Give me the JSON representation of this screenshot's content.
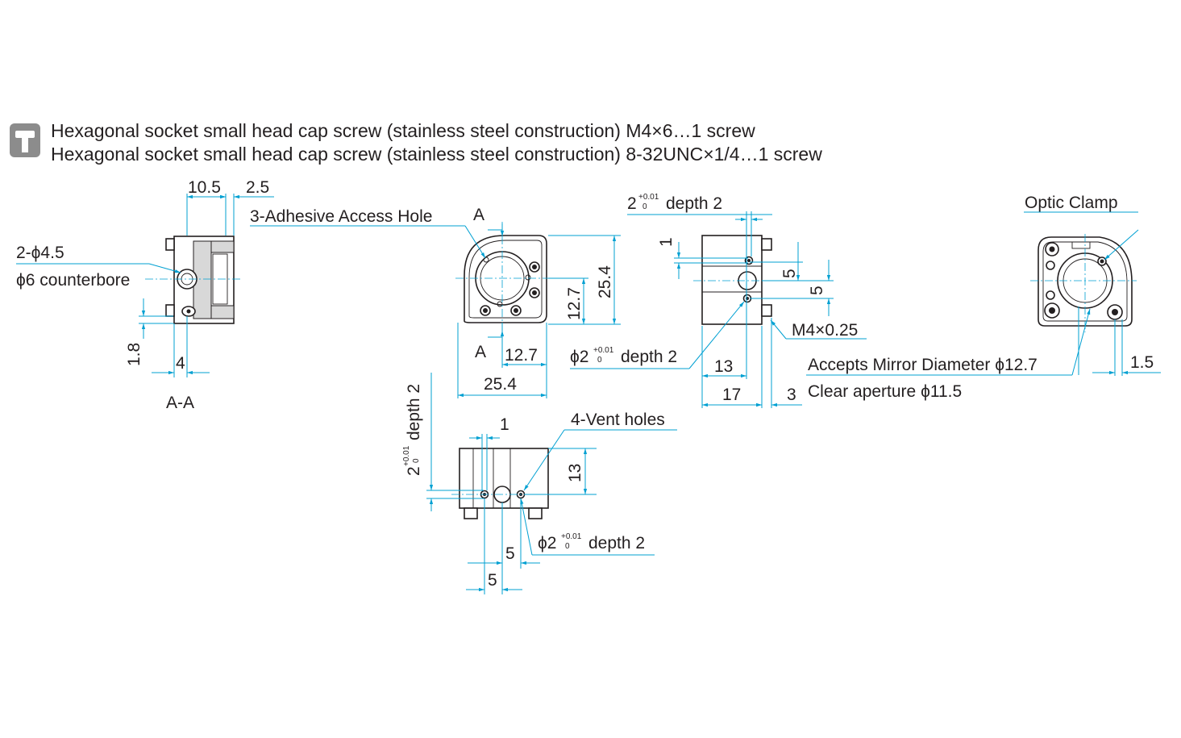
{
  "header": {
    "icon": "screw-icon",
    "line1": "Hexagonal socket small head cap screw (stainless steel construction) M4×6…1 screw",
    "line2": "Hexagonal socket small head cap screw (stainless steel construction) 8-32UNC×1/4…1 screw"
  },
  "section_view": {
    "dim_top_left": "10.5",
    "dim_top_right": "2.5",
    "hole_label_1": "2-ϕ4.5",
    "hole_label_2": "ϕ6 counterbore",
    "dim_left": "1.8",
    "dim_bottom": "4",
    "caption": "A-A"
  },
  "front_view": {
    "access_hole_label": "3-Adhesive Access Hole",
    "section_mark_top": "A",
    "section_mark_bottom": "A",
    "dim_height_total": "25.4",
    "dim_height_half": "12.7",
    "dim_width_half": "12.7",
    "dim_width_total": "25.4"
  },
  "side_view": {
    "hole_top_prefix": "2",
    "tol_upper": "+0.01",
    "tol_lower": "0",
    "hole_top_suffix": "depth 2",
    "dim_1": "1",
    "dim_5a": "5",
    "dim_5b": "5",
    "thread_label": "M4×0.25",
    "hole_left_prefix": "ϕ2",
    "hole_left_suffix": "depth 2",
    "dim_13": "13",
    "dim_17": "17",
    "dim_3": "3"
  },
  "bottom_view": {
    "depth_prefix": "2",
    "depth_suffix": "depth 2",
    "dim_1": "1",
    "vent_label": "4-Vent holes",
    "dim_13": "13",
    "hole_prefix": "ϕ2",
    "hole_suffix": "depth 2",
    "dim_5a": "5",
    "dim_5b": "5"
  },
  "rear_view": {
    "clamp_label": "Optic Clamp",
    "mirror_label": "Accepts Mirror Diameter ϕ12.7",
    "aperture_label": "Clear aperture ϕ11.5",
    "dim_1_5": "1.5"
  }
}
